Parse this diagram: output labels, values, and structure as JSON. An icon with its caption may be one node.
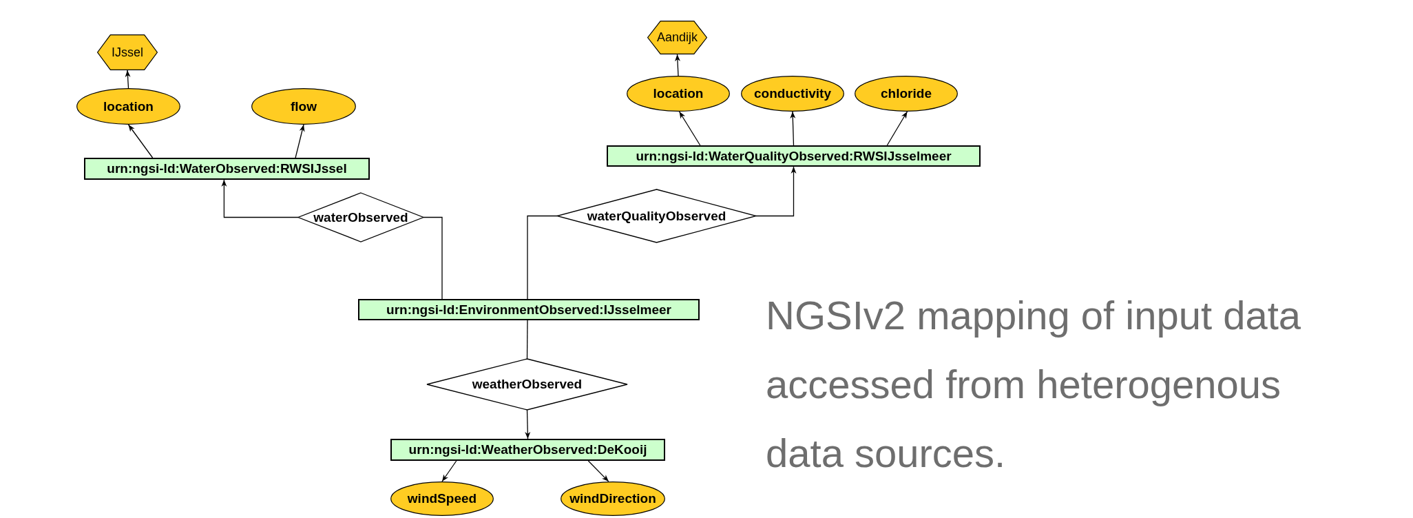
{
  "diagram": {
    "caption": "NGSIv2 mapping of input data accessed from heterogenous data sources.",
    "nodes": [
      {
        "text": [
          "urn:ngsi-ld:EnvironmentObserved:IJsselmeer"
        ]
      },
      {
        "text": [
          "waterObserved"
        ]
      },
      {
        "text": [
          "urn:ngsi-ld:WaterObserved:RWSIJssel"
        ]
      },
      {
        "text": [
          "location"
        ]
      },
      {
        "text": [
          "flow"
        ]
      },
      {
        "text": [
          "IJssel"
        ]
      },
      {
        "text": [
          "waterQualityObserved"
        ]
      },
      {
        "text": [
          "urn:ngsi-ld:WaterQualityObserved:RWSIJsselmeer"
        ]
      },
      {
        "text": [
          "location"
        ]
      },
      {
        "text": [
          "conductivity"
        ]
      },
      {
        "text": [
          "chloride"
        ]
      },
      {
        "text": [
          "Aandijk"
        ]
      },
      {
        "text": [
          "weatherObserved"
        ]
      },
      {
        "text": [
          "urn:ngsi-ld:WeatherObserved:DeKooij"
        ]
      },
      {
        "text": [
          "windSpeed"
        ]
      },
      {
        "text": [
          "windDirection"
        ]
      }
    ],
    "edges": [
      {
        "from": 0,
        "to": 1,
        "arrow": "none"
      },
      {
        "from": 1,
        "to": 2,
        "arrow": "to"
      },
      {
        "from": 2,
        "to": 3,
        "arrow": "to"
      },
      {
        "from": 2,
        "to": 4,
        "arrow": "to"
      },
      {
        "from": 3,
        "to": 5,
        "arrow": "to"
      },
      {
        "from": 0,
        "to": 6,
        "arrow": "none"
      },
      {
        "from": 6,
        "to": 7,
        "arrow": "to"
      },
      {
        "from": 7,
        "to": 8,
        "arrow": "to"
      },
      {
        "from": 7,
        "to": 9,
        "arrow": "to"
      },
      {
        "from": 7,
        "to": 10,
        "arrow": "to"
      },
      {
        "from": 8,
        "to": 11,
        "arrow": "to"
      },
      {
        "from": 0,
        "to": 12,
        "arrow": "none"
      },
      {
        "from": 12,
        "to": 13,
        "arrow": "to"
      },
      {
        "from": 13,
        "to": 14,
        "arrow": "to"
      },
      {
        "from": 13,
        "to": 15,
        "arrow": "to"
      }
    ]
  }
}
